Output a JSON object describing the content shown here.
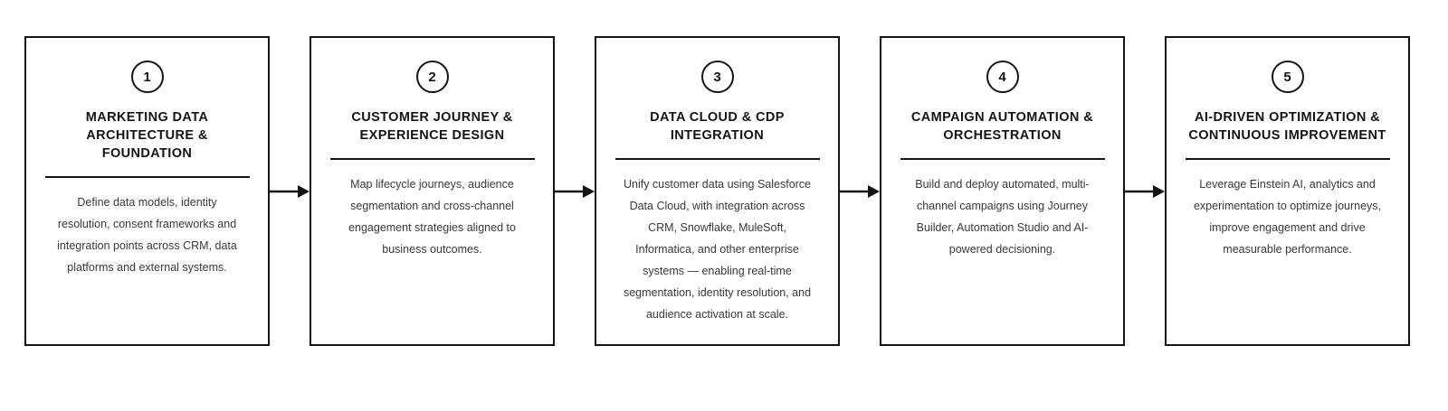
{
  "diagram": {
    "colors": {
      "background": "#ffffff",
      "border": "#141414",
      "title_text": "#141414",
      "body_text": "#3a3a3a",
      "arrow": "#141414"
    },
    "arrow_icon": "right-arrow",
    "steps": [
      {
        "number": "1",
        "title": "MARKETING DATA\nARCHITECTURE &\nFOUNDATION",
        "description": "Define data models, identity\nresolution, consent frameworks and\nintegration points across CRM, data\nplatforms and external systems."
      },
      {
        "number": "2",
        "title": "CUSTOMER JOURNEY &\nEXPERIENCE DESIGN",
        "description": "Map lifecycle journeys, audience\nsegmentation and cross-channel\nengagement strategies aligned to\nbusiness outcomes."
      },
      {
        "number": "3",
        "title": "DATA CLOUD & CDP\nINTEGRATION",
        "description": "Unify customer data using Salesforce\nData Cloud, with integration across\nCRM, Snowflake, MuleSoft,\nInformatica, and other enterprise\nsystems — enabling real-time\nsegmentation, identity resolution, and\naudience activation at scale."
      },
      {
        "number": "4",
        "title": "CAMPAIGN AUTOMATION &\nORCHESTRATION",
        "description": "Build and deploy automated, multi-\nchannel campaigns using Journey\nBuilder, Automation Studio and AI-\npowered decisioning."
      },
      {
        "number": "5",
        "title": "AI-DRIVEN OPTIMIZATION &\nCONTINUOUS IMPROVEMENT",
        "description": "Leverage Einstein AI, analytics and\nexperimentation to optimize journeys,\nimprove engagement and drive\nmeasurable performance."
      }
    ]
  }
}
